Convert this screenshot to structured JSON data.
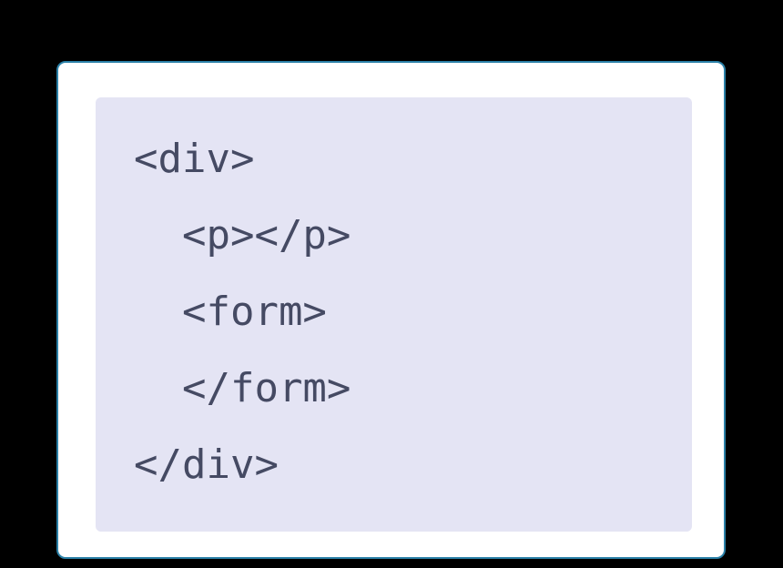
{
  "colors": {
    "page_background": "#000000",
    "card_background": "#ffffff",
    "card_border": "#2b81a8",
    "code_background": "#e4e4f4",
    "code_text": "#454a63"
  },
  "code_block": {
    "language": "html",
    "lines": [
      {
        "text": "<div>"
      },
      {
        "text": "  <p></p>"
      },
      {
        "text": "  <form>"
      },
      {
        "text": "  </form>"
      },
      {
        "text": "</div>"
      }
    ]
  }
}
